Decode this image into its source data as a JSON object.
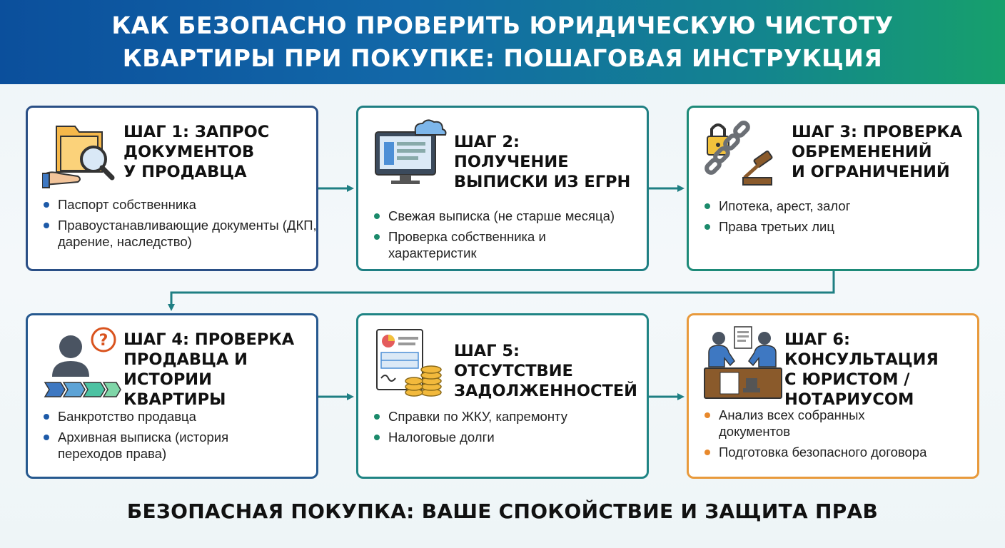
{
  "header": {
    "line1": "КАК БЕЗОПАСНО ПРОВЕРИТЬ ЮРИДИЧЕСКУЮ ЧИСТОТУ",
    "line2": "КВАРТИРЫ ПРИ ПОКУПКЕ: ПОШАГОВАЯ ИНСТРУКЦИЯ"
  },
  "steps": [
    {
      "title_lines": [
        "ШАГ 1: ЗАПРОС",
        "ДОКУМЕНТОВ",
        "У ПРОДАВЦА"
      ],
      "items": [
        "Паспорт собственника",
        "Правоустанавливающие документы (ДКП, дарение, наследство)"
      ],
      "icon": "folder-magnifier-icon"
    },
    {
      "title_lines": [
        "ШАГ 2: ПОЛУЧЕНИЕ",
        "ВЫПИСКИ ИЗ ЕГРН"
      ],
      "items": [
        "Свежая выписка (не старше месяца)",
        "Проверка собственника и характеристик"
      ],
      "icon": "monitor-cloud-icon"
    },
    {
      "title_lines": [
        "ШАГ 3: ПРОВЕРКА",
        "ОБРЕМЕНЕНИЙ",
        "И ОГРАНИЧЕНИЙ"
      ],
      "items": [
        "Ипотека, арест, залог",
        "Права третьих лиц"
      ],
      "icon": "lock-chain-gavel-icon"
    },
    {
      "title_lines": [
        "ШАГ 4: ПРОВЕРКА",
        "ПРОДАВЦА И",
        "ИСТОРИИ КВАРТИРЫ"
      ],
      "items": [
        "Банкротство продавца",
        "Архивная выписка (история переходов права)"
      ],
      "icon": "person-question-icon"
    },
    {
      "title_lines": [
        "ШАГ 5: ОТСУТСТВИЕ",
        "ЗАДОЛЖЕННОСТЕЙ"
      ],
      "items": [
        "Справки по ЖКУ, капремонту",
        "Налоговые долги"
      ],
      "icon": "document-coins-icon"
    },
    {
      "title_lines": [
        "ШАГ 6: КОНСУЛЬТАЦИЯ",
        "С ЮРИСТОМ /",
        "НОТАРИУСОМ"
      ],
      "items": [
        "Анализ всех собранных документов",
        "Подготовка безопасного договора"
      ],
      "icon": "handshake-desk-icon"
    }
  ],
  "footer": "БЕЗОПАСНАЯ ПОКУПКА: ВАШЕ СПОКОЙСТВИЕ И ЗАЩИТА ПРАВ",
  "colors": {
    "header_start": "#0b4f9c",
    "header_end": "#16a06c",
    "card_border_blue": "#2a4f86",
    "card_border_teal": "#1f8484",
    "card_border_orange": "#e89a3c",
    "arrow_color": "#1f7f83"
  }
}
